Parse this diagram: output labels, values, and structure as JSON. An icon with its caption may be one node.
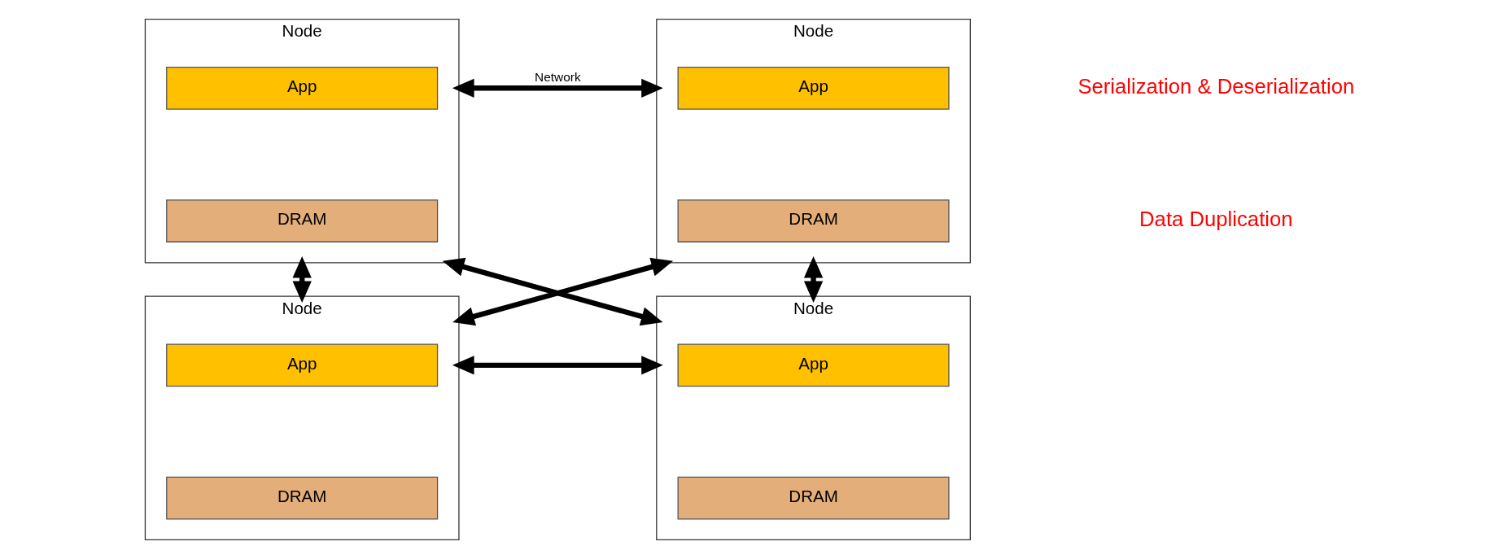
{
  "diagram": {
    "nodes": [
      {
        "text": [
          "Node"
        ]
      },
      {
        "text": [
          "App"
        ],
        "in": 0
      },
      {
        "text": [
          "DRAM"
        ],
        "in": 0
      },
      {
        "text": [
          "Node"
        ]
      },
      {
        "text": [
          "App"
        ],
        "in": 3
      },
      {
        "text": [
          "DRAM"
        ],
        "in": 3
      },
      {
        "text": [
          "Node"
        ]
      },
      {
        "text": [
          "App"
        ],
        "in": 6
      },
      {
        "text": [
          "DRAM"
        ],
        "in": 6
      },
      {
        "text": [
          "Node"
        ]
      },
      {
        "text": [
          "App"
        ],
        "in": 9
      },
      {
        "text": [
          "DRAM"
        ],
        "in": 9
      }
    ],
    "edges": [
      {
        "from": 0,
        "to": 3,
        "arrow": "both",
        "label": "Network"
      },
      {
        "from": 0,
        "to": 6,
        "arrow": "both"
      },
      {
        "from": 3,
        "to": 9,
        "arrow": "both"
      },
      {
        "from": 0,
        "to": 9,
        "arrow": "both"
      },
      {
        "from": 3,
        "to": 6,
        "arrow": "both"
      },
      {
        "from": 6,
        "to": 9,
        "arrow": "both"
      }
    ],
    "labels": [
      "Serialization & Deserialization",
      "Data Duplication"
    ]
  }
}
